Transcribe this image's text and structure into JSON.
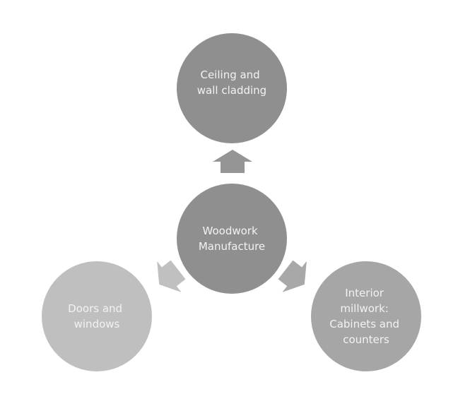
{
  "diagram": {
    "type": "radial-cycle",
    "center": {
      "label_lines": [
        "Woodwork",
        "Manufacture"
      ],
      "color": "#8f8f8f"
    },
    "nodes": [
      {
        "id": "ceiling",
        "label_lines": [
          "Ceiling and",
          "wall cladding"
        ],
        "color": "#8f8f8f",
        "arrow_color": "#959595",
        "direction": "top"
      },
      {
        "id": "interior",
        "label_lines": [
          "Interior",
          "millwork:",
          "Cabinets and",
          "counters"
        ],
        "color": "#a6a6a6",
        "arrow_color": "#a8a8a8",
        "direction": "bottom-right"
      },
      {
        "id": "doors",
        "label_lines": [
          "Doors and",
          "windows"
        ],
        "color": "#bfbfbf",
        "arrow_color": "#c0c0c0",
        "direction": "bottom-left"
      }
    ]
  }
}
